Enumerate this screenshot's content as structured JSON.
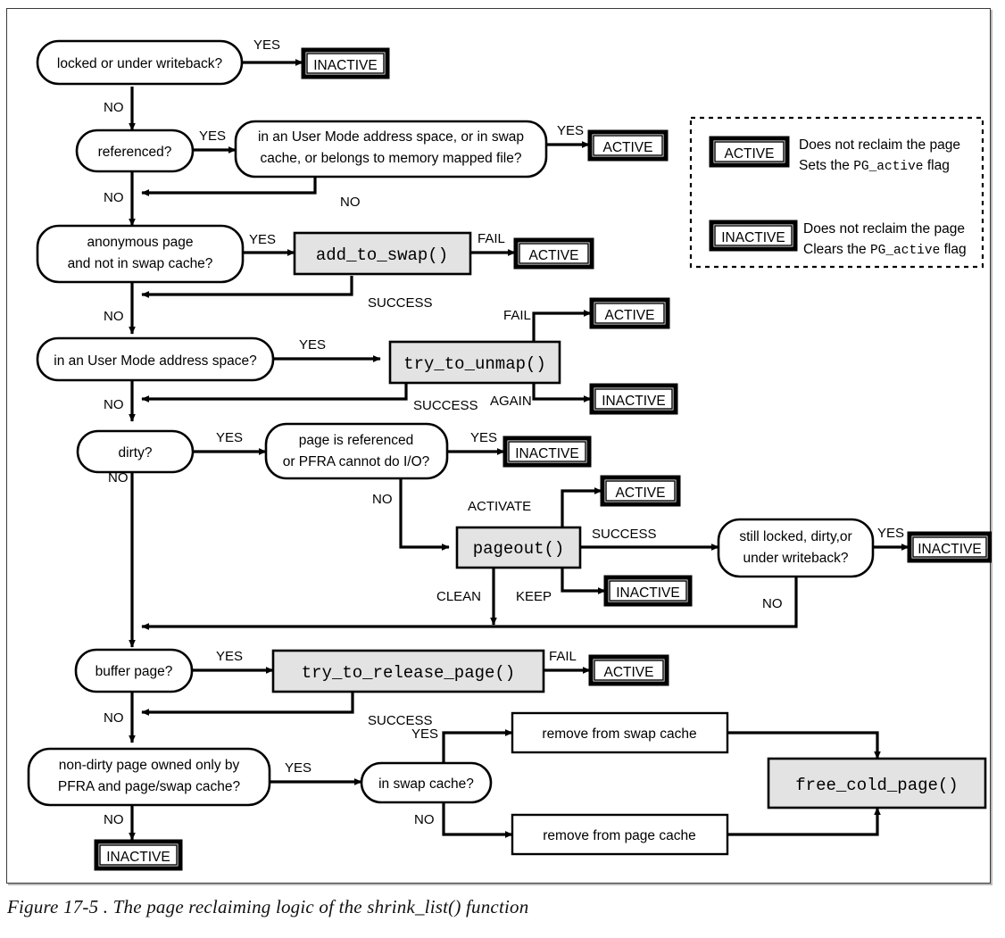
{
  "figure": {
    "caption": "Figure 17-5 . The page reclaiming logic of the shrink_list() function",
    "colors": {
      "function_box_fill": "#e3e3e3",
      "stroke": "#000000",
      "background": "#ffffff",
      "frame": "#3a3a3a"
    }
  },
  "legend": {
    "rows": [
      {
        "terminal": "ACTIVE",
        "line1": "Does not reclaim the page",
        "line2a": "Sets the ",
        "line2b": "PG_active",
        "line2c": " flag"
      },
      {
        "terminal": "INACTIVE",
        "line1": "Does not reclaim the page",
        "line2a": "Clears the ",
        "line2b": "PG_active",
        "line2c": " flag"
      }
    ]
  },
  "nodes": {
    "locked": {
      "label": "locked or under writeback?"
    },
    "referenced": {
      "label": "referenced?"
    },
    "usermode_swap": {
      "line1": "in an User Mode address space, or in swap",
      "line2": "cache, or belongs to memory mapped file?"
    },
    "anonymous": {
      "line1": "anonymous page",
      "line2": "and not in swap cache?"
    },
    "add_to_swap": {
      "label": "add_to_swap()"
    },
    "usermode": {
      "label": "in an User Mode address space?"
    },
    "try_to_unmap": {
      "label": "try_to_unmap()"
    },
    "dirty": {
      "label": "dirty?"
    },
    "referenced_pfra": {
      "line1": "page is referenced",
      "line2": "or PFRA cannot do I/O?"
    },
    "pageout": {
      "label": "pageout()"
    },
    "still_locked": {
      "line1": "still locked, dirty,or",
      "line2": "under writeback?"
    },
    "buffer_page": {
      "label": "buffer page?"
    },
    "try_to_release_page": {
      "label": "try_to_release_page()"
    },
    "nondirty": {
      "line1": "non-dirty page owned only by",
      "line2": "PFRA and page/swap cache?"
    },
    "in_swap_cache": {
      "label": "in swap cache?"
    },
    "remove_swap_cache": {
      "label": "remove from  swap cache"
    },
    "remove_page_cache": {
      "label": "remove from  page cache"
    },
    "free_cold_page": {
      "label": "free_cold_page()"
    }
  },
  "terminals": {
    "t_inactive_1": "INACTIVE",
    "t_active_1": "ACTIVE",
    "t_active_2": "ACTIVE",
    "t_active_3": "ACTIVE",
    "t_inactive_2": "INACTIVE",
    "t_inactive_3": "INACTIVE",
    "t_active_4": "ACTIVE",
    "t_inactive_4": "INACTIVE",
    "t_inactive_5": "INACTIVE",
    "t_active_5": "ACTIVE",
    "t_inactive_6": "INACTIVE"
  },
  "edge_labels": {
    "e1_yes": "YES",
    "e1_no": "NO",
    "e2_yes": "YES",
    "e2_no": "NO",
    "e3_yes": "YES",
    "e3_no": "NO",
    "e4_yes": "YES",
    "e4_fail": "FAIL",
    "e4_success": "SUCCESS",
    "e5_no": "NO",
    "e6_yes": "YES",
    "e6_fail": "FAIL",
    "e6_again": "AGAIN",
    "e6_success": "SUCCESS",
    "e7_no": "NO",
    "e8_yes": "YES",
    "e8_no": "NO",
    "e9_yes": "YES",
    "e9_no": "NO",
    "e10_activate": "ACTIVATE",
    "e10_success": "SUCCESS",
    "e10_clean": "CLEAN",
    "e10_keep": "KEEP",
    "e11_yes": "YES",
    "e11_no": "NO",
    "e12_yes": "YES",
    "e12_fail": "FAIL",
    "e12_success": "SUCCESS",
    "e13_no": "NO",
    "e14_yes": "YES",
    "e14_no": "NO",
    "e15_yes": "YES",
    "e15_no": "NO"
  }
}
